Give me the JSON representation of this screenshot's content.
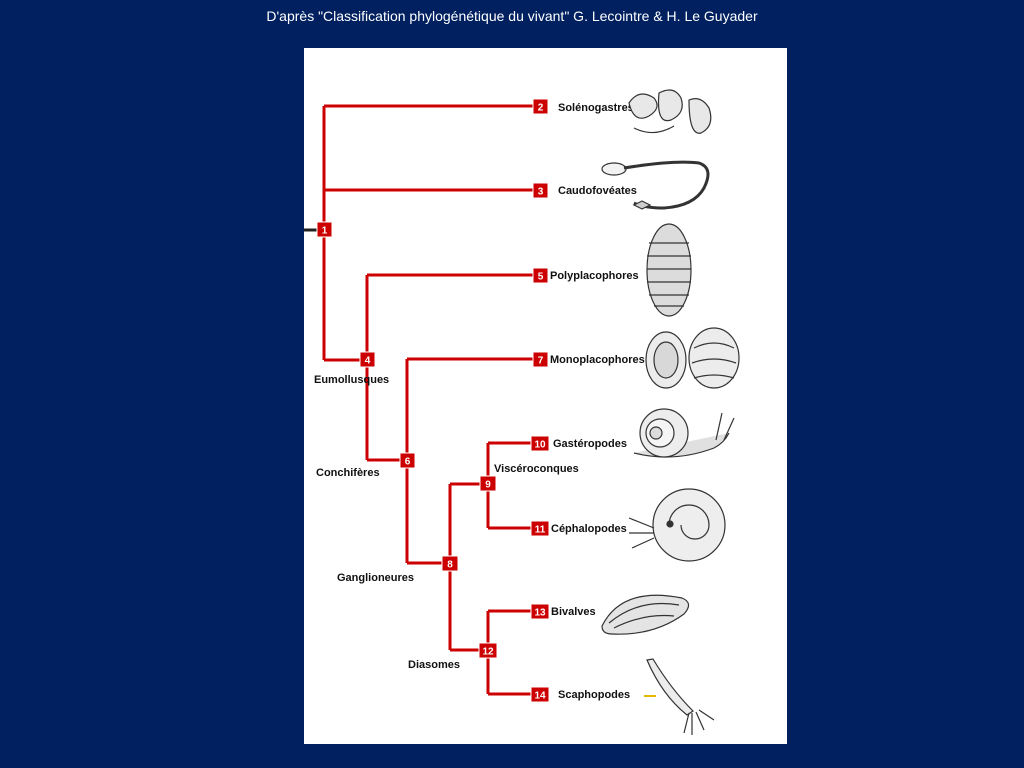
{
  "caption": "D'après \"Classification phylogénétique du vivant\" G. Lecointre & H. Le Guyader",
  "colors": {
    "background": "#002060",
    "branch": "#cc0000",
    "node_fill": "#cc0000",
    "panel": "#ffffff"
  },
  "tree": {
    "nodes": {
      "n1": "1",
      "n2": "2",
      "n3": "3",
      "n4": "4",
      "n5": "5",
      "n6": "6",
      "n7": "7",
      "n8": "8",
      "n9": "9",
      "n10": "10",
      "n11": "11",
      "n12": "12",
      "n13": "13",
      "n14": "14"
    },
    "leaves": {
      "solenogastres": "Solénogastres",
      "caudofoveates": "Caudofovéates",
      "polyplacophores": "Polyplacophores",
      "monoplacophores": "Monoplacophores",
      "gasteropodes": "Gastéropodes",
      "cephalopodes": "Céphalopodes",
      "bivalves": "Bivalves",
      "scaphopodes": "Scaphopodes"
    },
    "clades": {
      "eumollusques": "Eumollusques",
      "conchiferes": "Conchifères",
      "visceroconques": "Viscéroconques",
      "ganglioneures": "Ganglioneures",
      "diasomes": "Diasomes"
    },
    "illustrations": [
      "solenogaster-drawing",
      "caudofoveate-drawing",
      "chiton-drawing",
      "monoplacophoran-shell-drawing",
      "snail-drawing",
      "nautilus-drawing",
      "mussel-drawing",
      "tusk-shell-drawing"
    ]
  }
}
